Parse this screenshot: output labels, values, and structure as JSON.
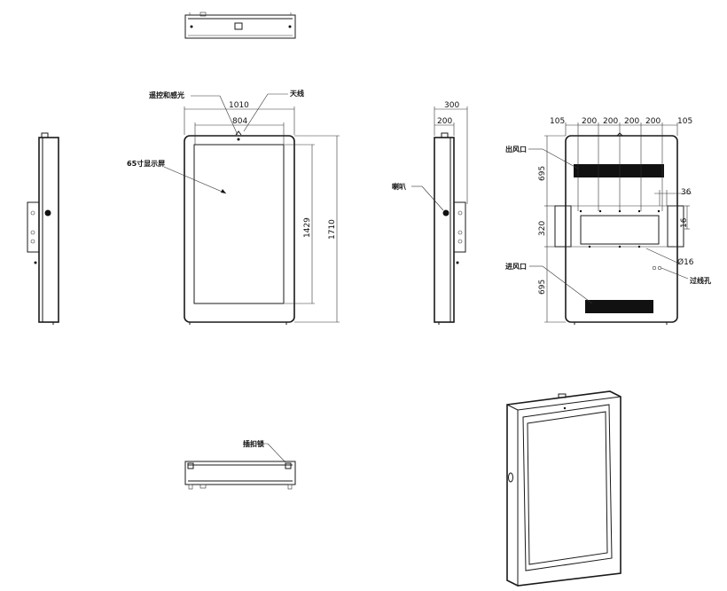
{
  "labels": {
    "remote_sensor": "遥控和感光",
    "antenna": "天线",
    "display": "65寸显示屏",
    "speaker": "喇叭",
    "air_outlet": "出风口",
    "air_inlet": "进风口",
    "cable_hole": "过线孔",
    "lock": "插扣锁"
  },
  "dimensions": {
    "front_outer_width": "1010",
    "front_inner_width": "804",
    "front_inner_height": "1429",
    "front_outer_height": "1710",
    "side_depth_total": "300",
    "side_depth_inner": "200",
    "back_margin_left": "105",
    "back_spacing_1": "200",
    "back_spacing_2": "200",
    "back_spacing_3": "200",
    "back_spacing_4": "200",
    "back_margin_right": "105",
    "back_top_height": "695",
    "back_mid_height": "320",
    "back_bottom_height": "695",
    "bracket_width": "36",
    "bracket_height": "16",
    "hole_diameter": "Ø16"
  }
}
